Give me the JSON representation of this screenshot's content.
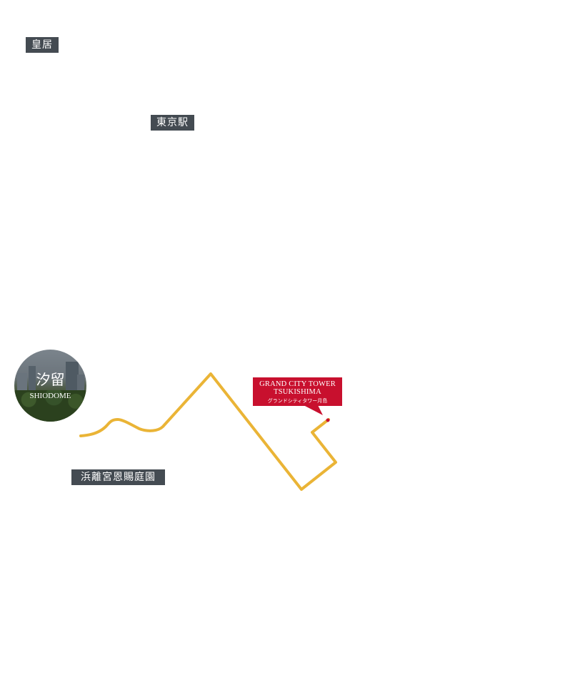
{
  "labels": {
    "kokyo": "皇居",
    "tokyo_station": "東京駅",
    "hamarikyu": "浜離宮恩賜庭園"
  },
  "shiodome": {
    "kanji": "汐留",
    "roman": "SHIODOME"
  },
  "destination": {
    "line1": "GRAND CITY TOWER",
    "line2": "TSUKISHIMA",
    "line3": "グランドシティタワー月島"
  },
  "colors": {
    "route": "#eab436",
    "label_bg": "#444b52",
    "callout_bg": "#c8102e"
  }
}
